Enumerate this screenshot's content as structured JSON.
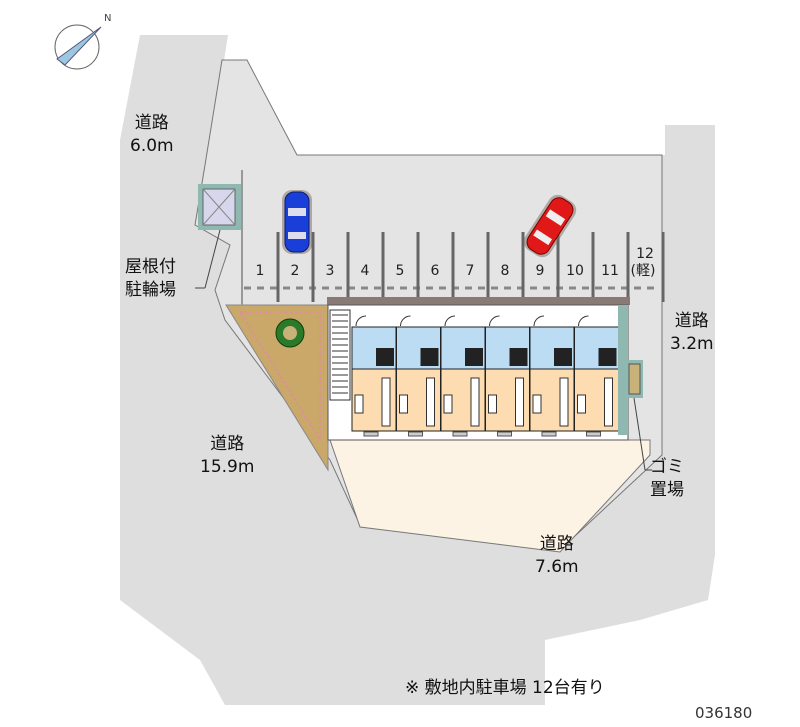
{
  "roads": [
    {
      "name": "道路",
      "width": "6.0m"
    },
    {
      "name": "道路",
      "width": "3.2m"
    },
    {
      "name": "道路",
      "width": "15.9m"
    },
    {
      "name": "道路",
      "width": "7.6m"
    }
  ],
  "facilities": {
    "bike_parking_line1": "屋根付",
    "bike_parking_line2": "駐輪場",
    "garbage_line1": "ゴミ",
    "garbage_line2": "置場"
  },
  "parking_spaces": [
    "1",
    "2",
    "3",
    "4",
    "5",
    "6",
    "7",
    "8",
    "9",
    "10",
    "11",
    "12"
  ],
  "parking_space_12_note": "(軽)",
  "footnote": "※ 敷地内駐車場 12台有り",
  "property_code": "036180",
  "colors": {
    "road": "#dedede",
    "unit_upper": "#bcdcf4",
    "unit_lower": "#fcdcb0",
    "yard": "#fdf3e4",
    "car_blue": "#1a3fd8",
    "car_red": "#e01818"
  }
}
